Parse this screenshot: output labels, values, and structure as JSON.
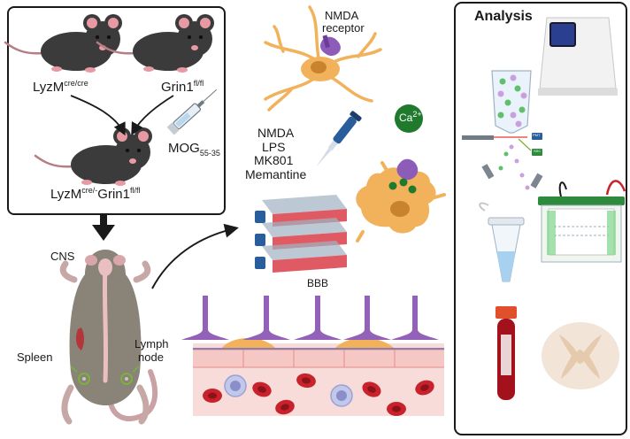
{
  "mice": {
    "parent1": {
      "base": "LyzM",
      "sup": "cre/cre"
    },
    "parent2": {
      "base": "Grin1",
      "sup": "fl/fl"
    },
    "offspring": {
      "base1": "LyzM",
      "sup1": "cre/-",
      "base2": "Grin1",
      "sup2": "fl/fl"
    },
    "injection": {
      "base": "MOG",
      "sub": "55-35"
    }
  },
  "body_labels": {
    "cns": "CNS",
    "spleen": "Spleen",
    "lymph_node_1": "Lymph",
    "lymph_node_2": "node"
  },
  "treatments": [
    "NMDA",
    "LPS",
    "MK801",
    "Memantine"
  ],
  "receptor_label": {
    "line1": "NMDA",
    "line2": "receptor"
  },
  "calcium": {
    "base": "Ca",
    "sup": "2+"
  },
  "bbb_label": "BBB",
  "analysis": {
    "title": "Analysis",
    "flow_tag1": "PMT",
    "flow_tag2": "SSC"
  },
  "colors": {
    "mouse": "#3b3b3b",
    "microglia": "#f2b25c",
    "receptor": "#8d5cb8",
    "flask": "#e05a63",
    "calcium": "#1f7a2e",
    "rbc": "#c8232c",
    "endothelium": "#f5c8c5",
    "gel_box": "#2e8b3d"
  }
}
